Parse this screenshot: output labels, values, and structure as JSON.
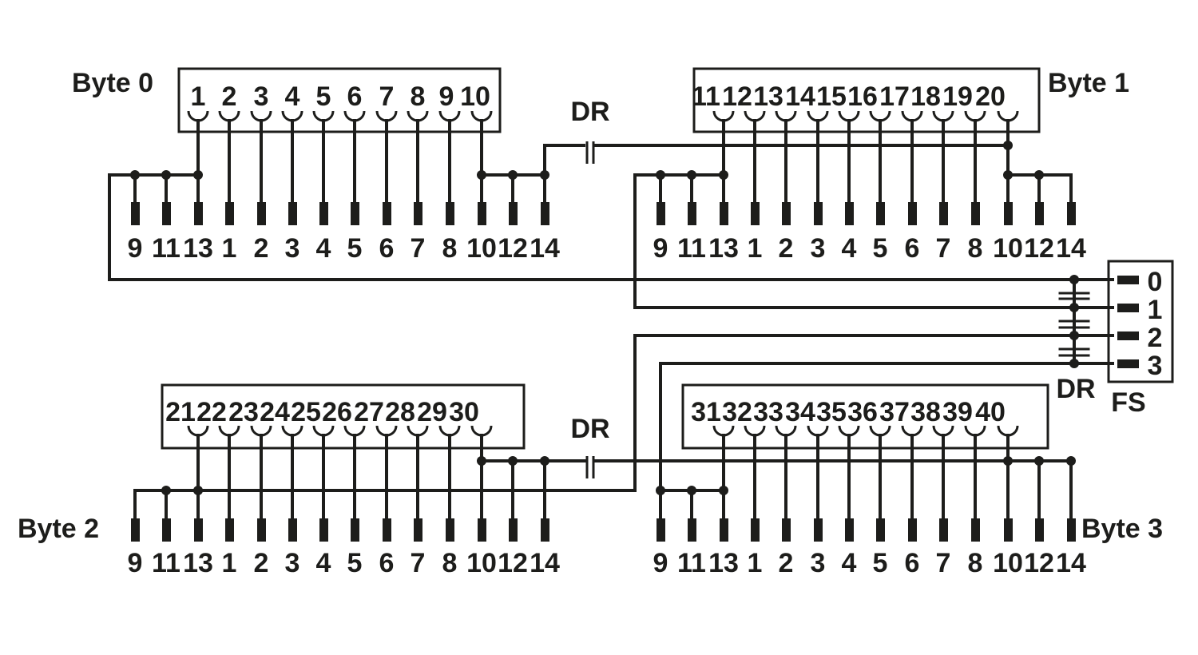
{
  "bytes": [
    {
      "label": "Byte 0",
      "pins": [
        "1",
        "2",
        "3",
        "4",
        "5",
        "6",
        "7",
        "8",
        "9",
        "10"
      ],
      "terminals": [
        "9",
        "11",
        "13",
        "1",
        "2",
        "3",
        "4",
        "5",
        "6",
        "7",
        "8",
        "10",
        "12",
        "14"
      ]
    },
    {
      "label": "Byte 1",
      "pins": [
        "11",
        "12",
        "13",
        "14",
        "15",
        "16",
        "17",
        "18",
        "19",
        "20"
      ],
      "terminals": [
        "9",
        "11",
        "13",
        "1",
        "2",
        "3",
        "4",
        "5",
        "6",
        "7",
        "8",
        "10",
        "12",
        "14"
      ]
    },
    {
      "label": "Byte 2",
      "pins": [
        "21",
        "22",
        "23",
        "24",
        "25",
        "26",
        "27",
        "28",
        "29",
        "30"
      ],
      "terminals": [
        "9",
        "11",
        "13",
        "1",
        "2",
        "3",
        "4",
        "5",
        "6",
        "7",
        "8",
        "10",
        "12",
        "14"
      ]
    },
    {
      "label": "Byte 3",
      "pins": [
        "31",
        "32",
        "33",
        "34",
        "35",
        "36",
        "37",
        "38",
        "39",
        "40"
      ],
      "terminals": [
        "9",
        "11",
        "13",
        "1",
        "2",
        "3",
        "4",
        "5",
        "6",
        "7",
        "8",
        "10",
        "12",
        "14"
      ]
    }
  ],
  "dr_label": "DR",
  "fs": {
    "label": "FS",
    "terminals": [
      "0",
      "1",
      "2",
      "3"
    ]
  },
  "colors": {
    "line": "#1d1d1b",
    "background": "#ffffff"
  }
}
